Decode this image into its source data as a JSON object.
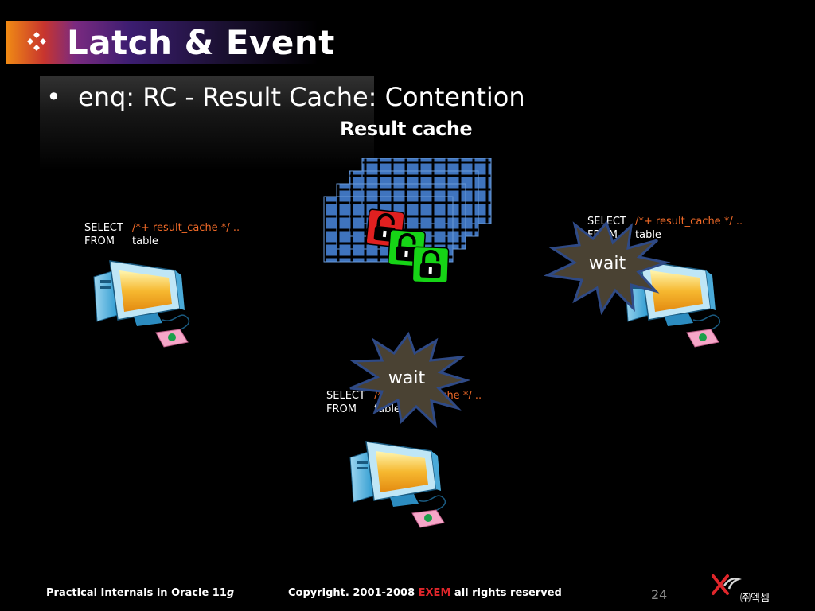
{
  "slide": {
    "title": "Latch & Event",
    "bullet": "enq: RC - Result Cache: Contention",
    "subtitle": "Result cache",
    "bullet_char": "•"
  },
  "clients": [
    {
      "select_kw": "SELECT",
      "hint": "/*+ result_cache */ ..",
      "from_kw": "FROM",
      "table": "table"
    },
    {
      "select_kw": "SELECT",
      "hint": "/*+ result_cache */ ..",
      "from_kw": "FROM",
      "table": "table"
    },
    {
      "select_kw": "SELECT",
      "hint": "/*+ result_cache */ ..",
      "from_kw": "FROM",
      "table": "table"
    }
  ],
  "wait_labels": [
    "wait",
    "wait"
  ],
  "footer": {
    "left": "Practical Internals in Oracle 11",
    "left_italic": "g",
    "copyright_prefix": "Copyright. 2001-2008 ",
    "brand": "EXEM",
    "copyright_suffix": " all rights reserved",
    "page_number": "24",
    "company": "㈜엑셈"
  },
  "colors": {
    "hint": "#f06a28",
    "lock_red": "#e02020",
    "lock_green": "#16d416",
    "grid_blue": "#4a7cc0",
    "star": "#4a4233",
    "accent": "#e0262b"
  }
}
